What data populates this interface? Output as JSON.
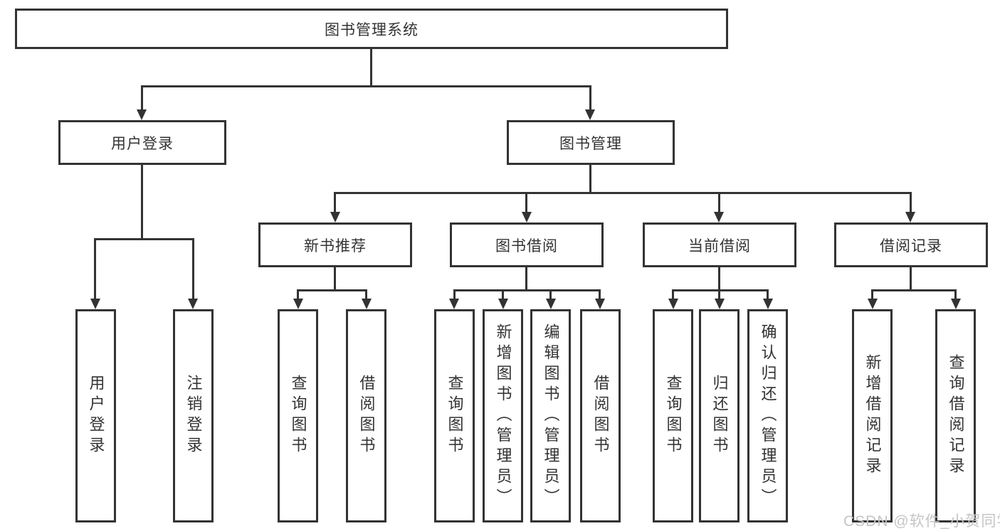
{
  "colors": {
    "line": "#333333",
    "box_border": "#333333",
    "box_background": "#ffffff",
    "text": "#333333",
    "watermark_text": "#c5c5c5",
    "page_background": "#ffffff"
  },
  "diagram": {
    "root": {
      "label": "图书管理系统"
    },
    "level2": {
      "user_login": {
        "label": "用户登录"
      },
      "book_mgmt": {
        "label": "图书管理"
      }
    },
    "level3": {
      "new_book": {
        "label": "新书推荐"
      },
      "borrow": {
        "label": "图书借阅"
      },
      "current": {
        "label": "当前借阅"
      },
      "records": {
        "label": "借阅记录"
      }
    },
    "leaves": {
      "user_login": [
        "用户登录",
        "注销登录"
      ],
      "new_book": [
        "查询图书",
        "借阅图书"
      ],
      "borrow": [
        "查询图书",
        "新增图书（管理员）",
        "编辑图书（管理员）",
        "借阅图书"
      ],
      "current": [
        "查询图书",
        "归还图书",
        "确认归还（管理员）"
      ],
      "records": [
        "新增借阅记录",
        "查询借阅记录"
      ]
    }
  },
  "watermark": {
    "text": "CSDN @软件_小贺同学"
  }
}
